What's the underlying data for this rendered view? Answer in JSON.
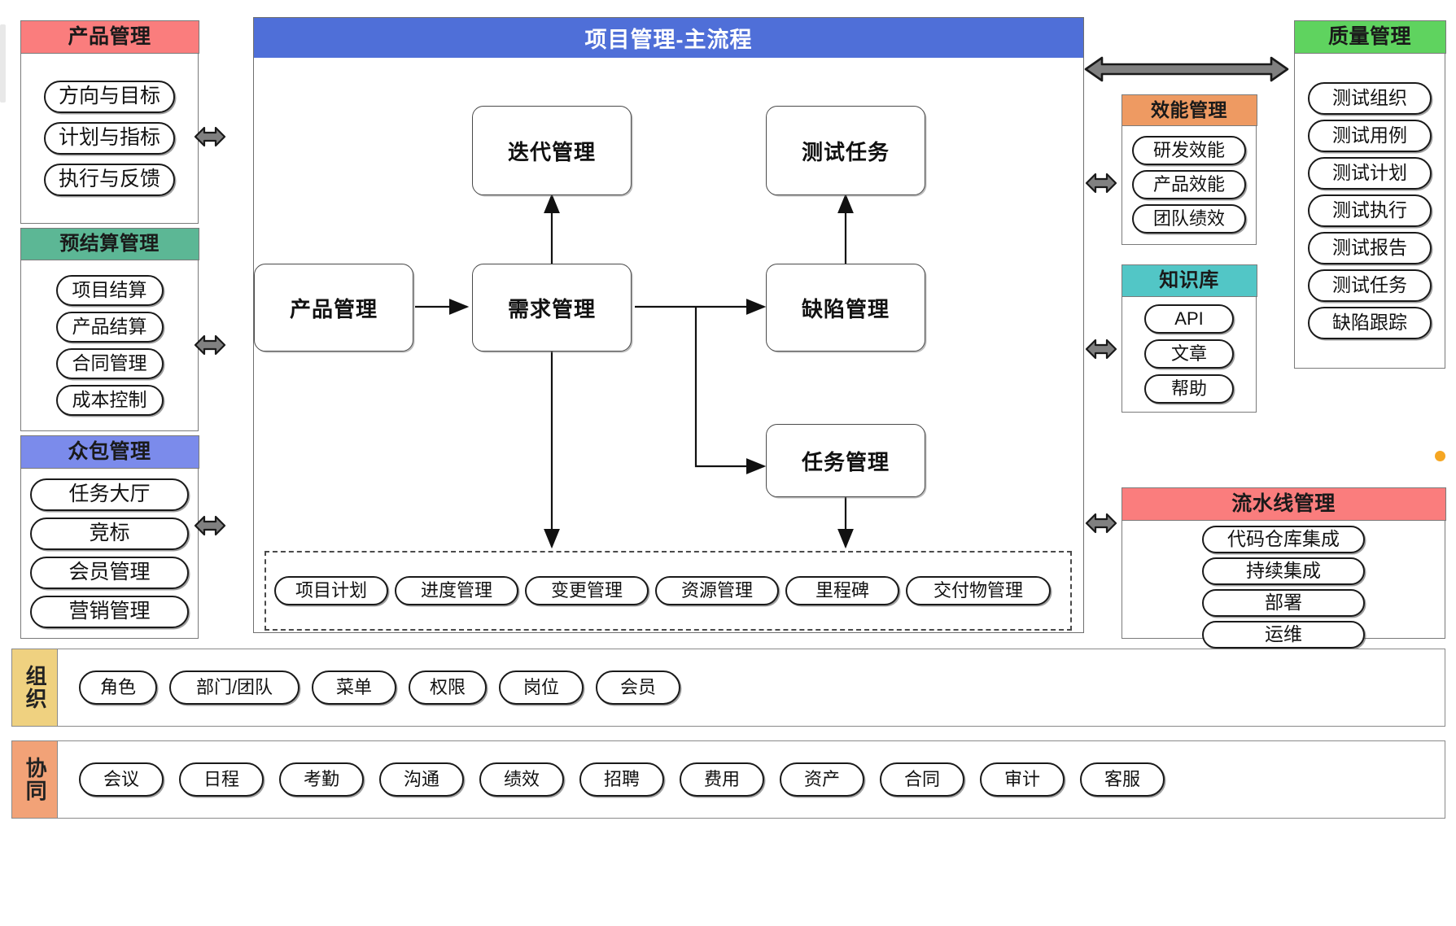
{
  "diagram": {
    "title": "项目管理-主流程",
    "colors": {
      "product_header": "#FA7D7D",
      "budget_header": "#5CB795",
      "crowdsource_header": "#7B8BEB",
      "main_flow_header": "#4F6FD8",
      "efficiency_header": "#EE9A62",
      "knowledge_header": "#52C6C6",
      "quality_header": "#5FD35F",
      "pipeline_header": "#FA7D7D",
      "org_label": "#EFD180",
      "collab_label": "#F2A277",
      "arrow_gray": "#808080",
      "marker_dot": "#F5A623"
    }
  },
  "left_panels": [
    {
      "id": "product-management",
      "title": "产品管理",
      "items": [
        "方向与目标",
        "计划与指标",
        "执行与反馈"
      ]
    },
    {
      "id": "budget-settlement-management",
      "title": "预结算管理",
      "items": [
        "项目结算",
        "产品结算",
        "合同管理",
        "成本控制"
      ]
    },
    {
      "id": "crowdsourcing-management",
      "title": "众包管理",
      "items": [
        "任务大厅",
        "竞标",
        "会员管理",
        "营销管理"
      ]
    }
  ],
  "main_flow": {
    "header": "项目管理-主流程",
    "nodes": [
      {
        "id": "iteration-management",
        "label": "迭代管理"
      },
      {
        "id": "test-task",
        "label": "测试任务"
      },
      {
        "id": "product-management-node",
        "label": "产品管理"
      },
      {
        "id": "requirement-management",
        "label": "需求管理"
      },
      {
        "id": "defect-management",
        "label": "缺陷管理"
      },
      {
        "id": "task-management",
        "label": "任务管理"
      }
    ],
    "dashed_group_items": [
      "项目计划",
      "进度管理",
      "变更管理",
      "资源管理",
      "里程碑",
      "交付物管理"
    ]
  },
  "right_panels": [
    {
      "id": "efficiency-management",
      "title": "效能管理",
      "items": [
        "研发效能",
        "产品效能",
        "团队绩效"
      ]
    },
    {
      "id": "knowledge-base",
      "title": "知识库",
      "items": [
        "API",
        "文章",
        "帮助"
      ]
    },
    {
      "id": "quality-management",
      "title": "质量管理",
      "items": [
        "测试组织",
        "测试用例",
        "测试计划",
        "测试执行",
        "测试报告",
        "测试任务",
        "缺陷跟踪"
      ]
    },
    {
      "id": "pipeline-management",
      "title": "流水线管理",
      "items": [
        "代码仓库集成",
        "持续集成",
        "部署",
        "运维"
      ]
    }
  ],
  "bottom_strips": [
    {
      "id": "organization",
      "label": "组织",
      "items": [
        "角色",
        "部门/团队",
        "菜单",
        "权限",
        "岗位",
        "会员"
      ]
    },
    {
      "id": "collaboration",
      "label": "协同",
      "items": [
        "会议",
        "日程",
        "考勤",
        "沟通",
        "绩效",
        "招聘",
        "费用",
        "资产",
        "合同",
        "审计",
        "客服"
      ]
    }
  ]
}
